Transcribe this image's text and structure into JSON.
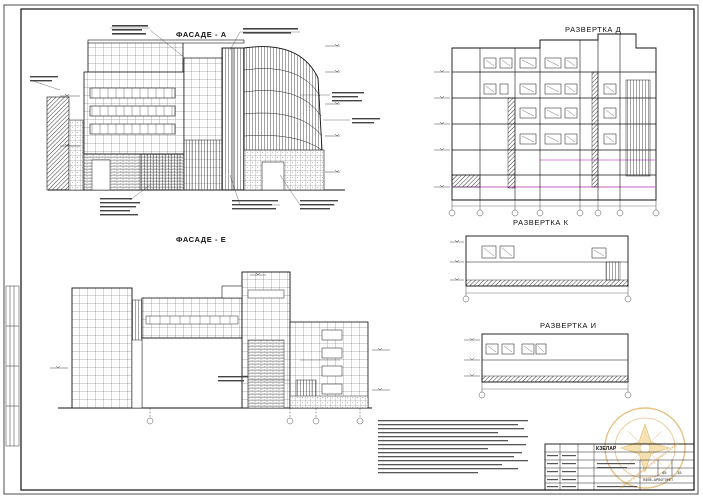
{
  "sheet": {
    "views": {
      "facade_a": {
        "title": "ФАСАДЕ - А"
      },
      "facade_e": {
        "title": "ФАСАДЕ - Е"
      },
      "razvertka_d": {
        "title": "РАЗВЕРТКА Д"
      },
      "razvertka_k": {
        "title": "РАЗВЕРТКА К"
      },
      "razvertka_i": {
        "title": "РАЗВЕРТКА И"
      }
    },
    "stamp": {
      "watermark": "Архитектурная мастерская Дениса Долидзе"
    },
    "title_block": {
      "mark": "КЗЕЛАР",
      "sheet_no": "45",
      "sheet_total": "15",
      "code": "0406-АРПОГОРЕТ"
    }
  }
}
